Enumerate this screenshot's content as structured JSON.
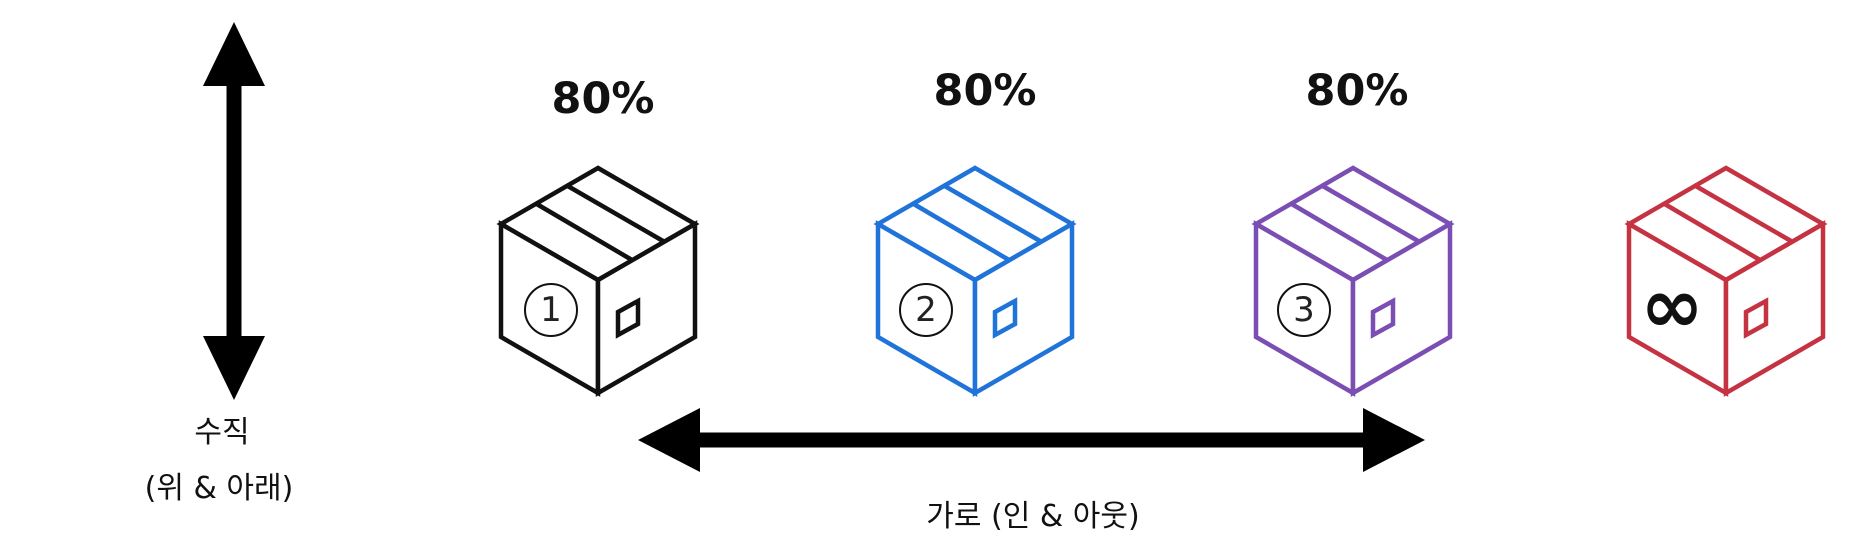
{
  "percentages": [
    {
      "text": "80%"
    },
    {
      "text": "80%"
    },
    {
      "text": "80%"
    }
  ],
  "boxes": [
    {
      "name": "box-1",
      "label": "1",
      "color": "#111111",
      "icon": "numbered-box-icon"
    },
    {
      "name": "box-2",
      "label": "2",
      "color": "#1f73d9",
      "icon": "numbered-box-icon"
    },
    {
      "name": "box-3",
      "label": "3",
      "color": "#7b4eb3",
      "icon": "numbered-box-icon"
    },
    {
      "name": "box-infinity",
      "label": "∞",
      "color": "#c53342",
      "icon": "infinity-box-icon"
    }
  ],
  "vertical_axis": {
    "line1": "수직",
    "line2": "(위 & 아래)"
  },
  "horizontal_axis": {
    "label": "가로 (인 & 아웃)"
  },
  "colors": {
    "arrow": "#000000",
    "text": "#111111"
  }
}
